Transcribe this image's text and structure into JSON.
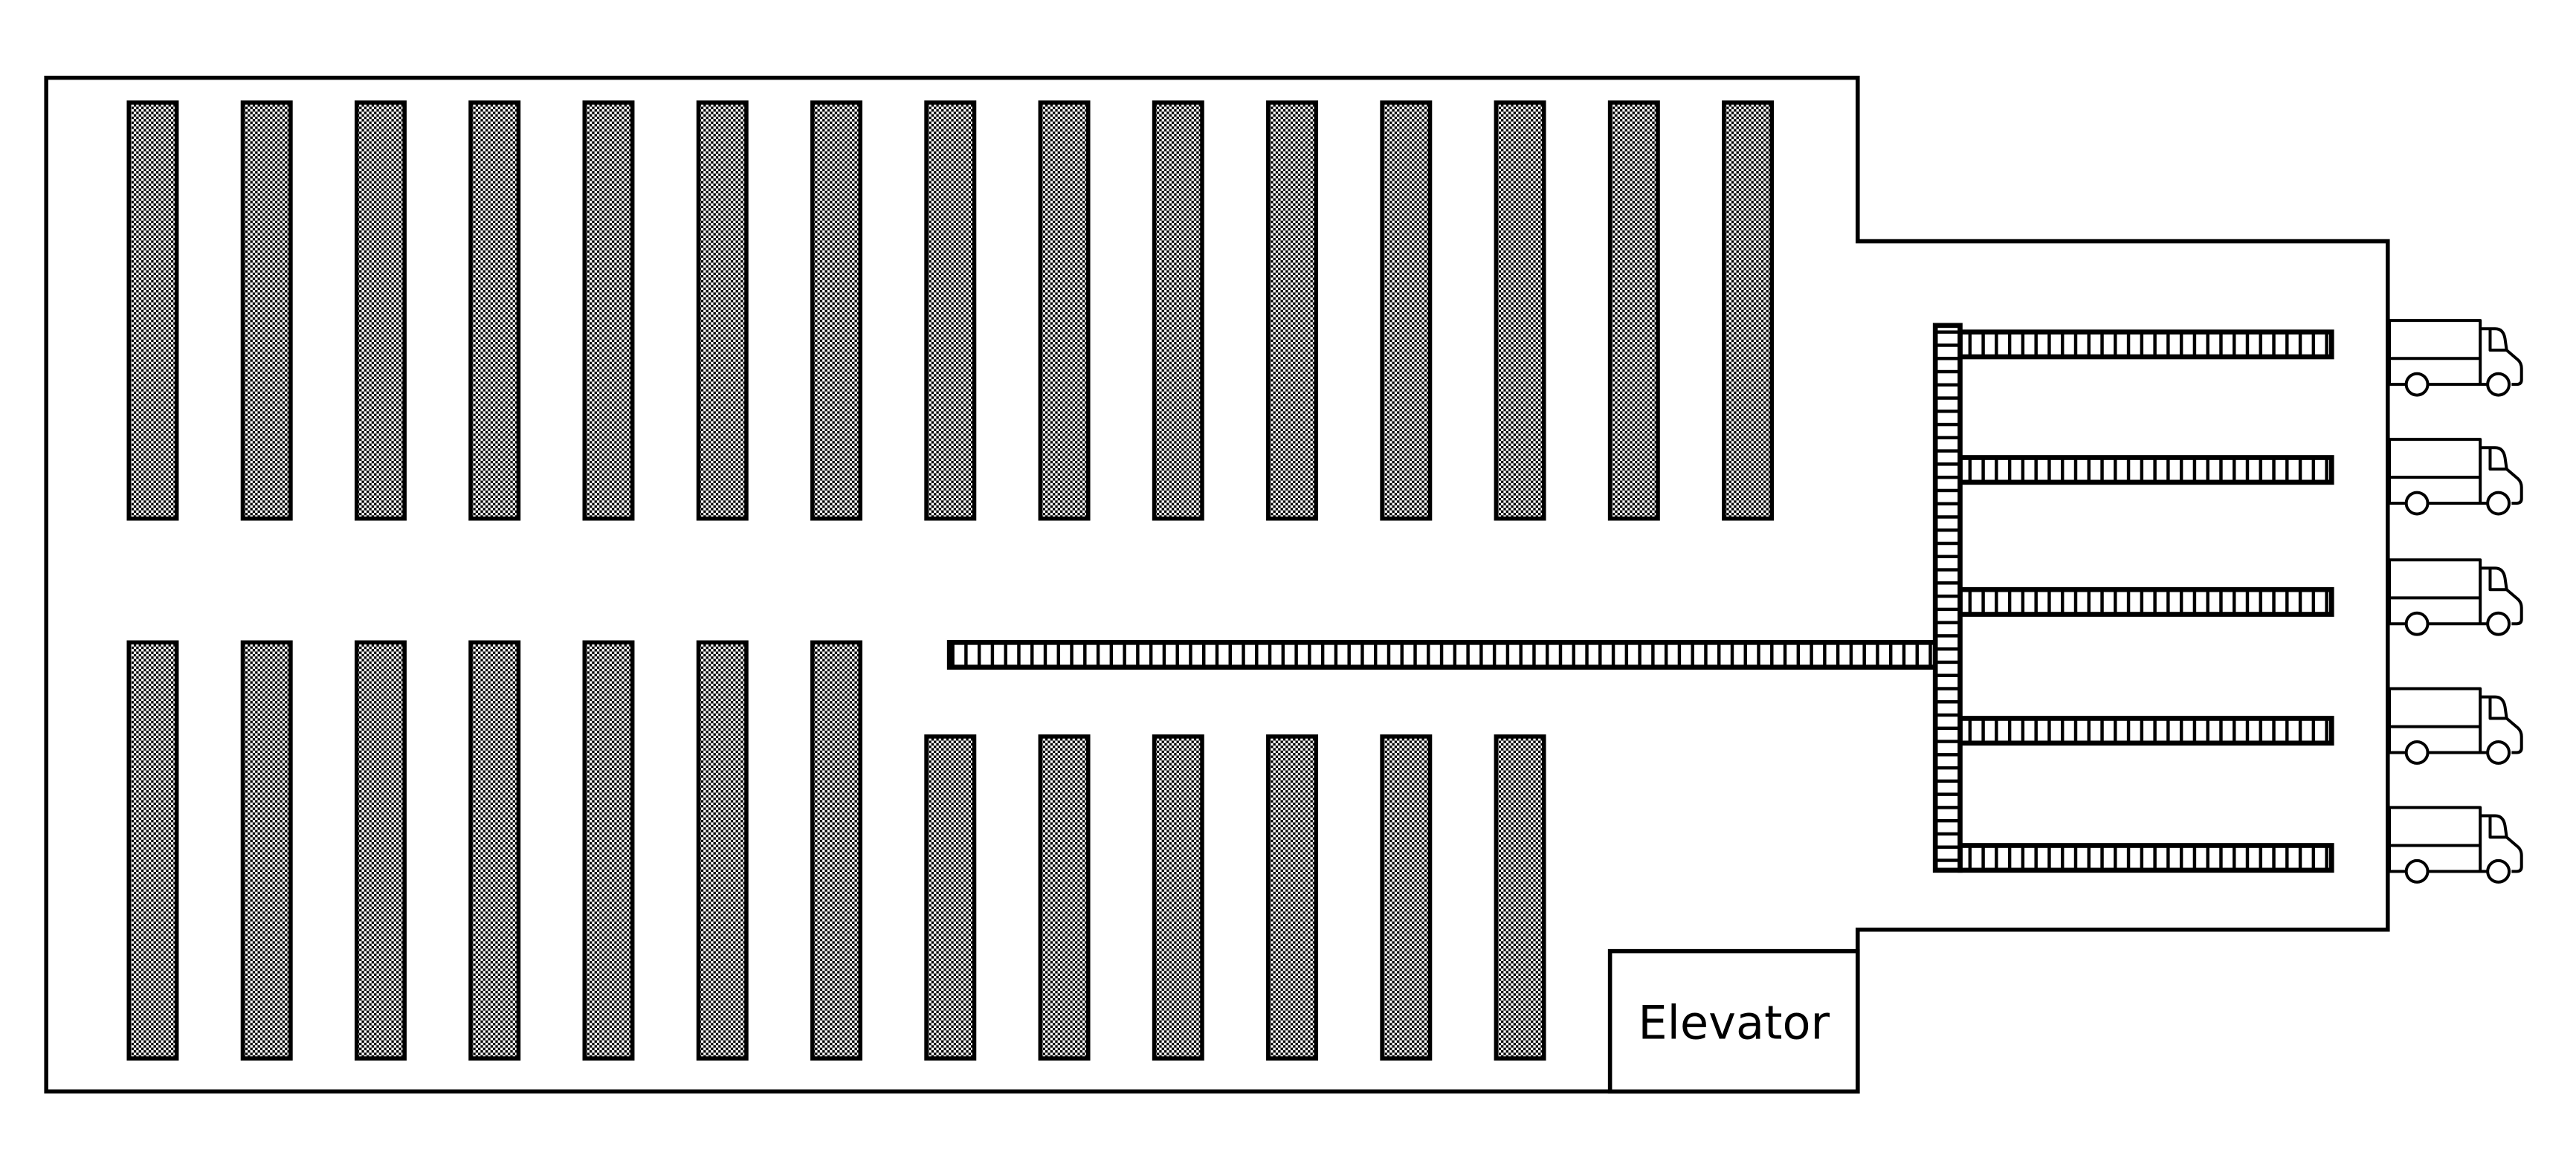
{
  "diagram": {
    "type": "warehouse-floor-plan",
    "elevator_label": "Elevator",
    "storage_racks": {
      "top_row_count": 15,
      "bottom_left_count": 7,
      "bottom_right_count": 6
    },
    "conveyor": {
      "main_line_count": 1,
      "spine_count": 1,
      "branch_count": 5
    },
    "loading_trucks_count": 5,
    "colors": {
      "line": "#000000",
      "background": "#ffffff"
    }
  }
}
